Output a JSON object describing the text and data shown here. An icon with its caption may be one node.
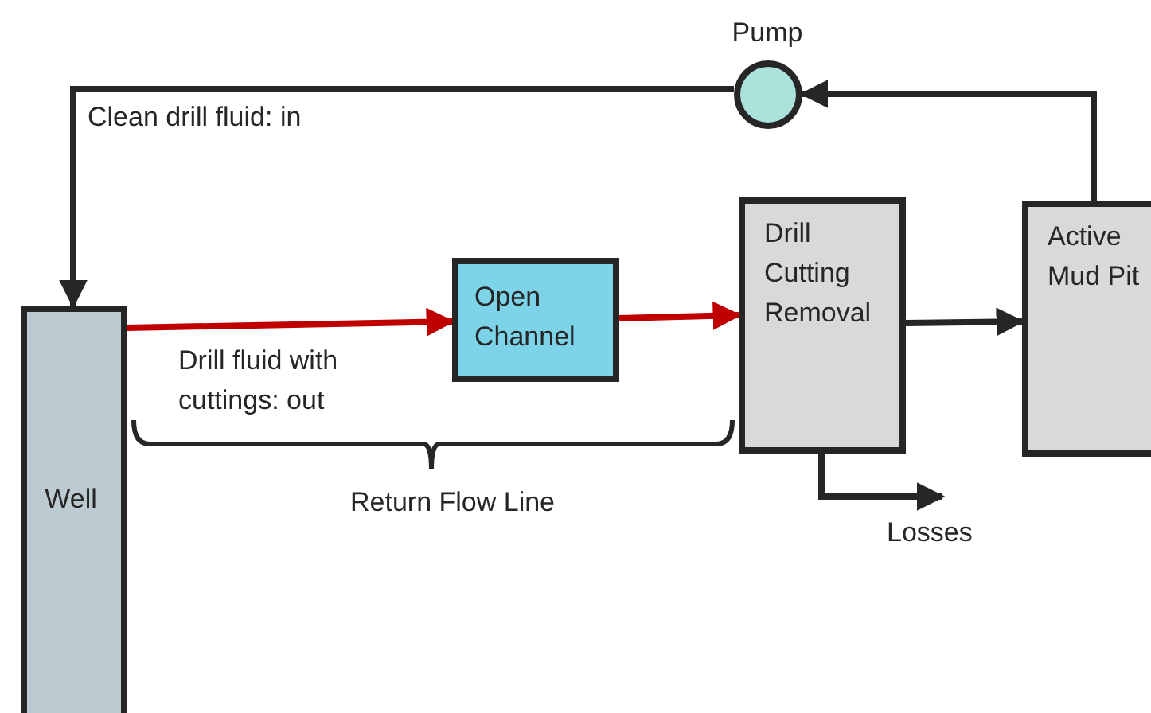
{
  "diagram": {
    "nodes": [
      {
        "text": [
          "Well"
        ]
      },
      {
        "text": [
          "Open Channel"
        ]
      },
      {
        "text": [
          "Drill Cutting Removal"
        ]
      },
      {
        "text": [
          "Active Mud Pit"
        ]
      },
      {
        "text": [],
        "shape": "circle",
        "beside": [
          "Pump"
        ]
      }
    ],
    "edges": [
      {
        "from": 0,
        "to": 1,
        "arrow": "to",
        "label": "Drill fluid with cuttings: out",
        "color": "#c00000"
      },
      {
        "from": 1,
        "to": 2,
        "arrow": "to",
        "color": "#c00000"
      },
      {
        "from": 2,
        "to": 3,
        "arrow": "to"
      },
      {
        "from": 3,
        "to": 4,
        "arrow": "to"
      },
      {
        "from": 4,
        "to": 0,
        "arrow": "to",
        "label": "Clean drill fluid: in"
      },
      {
        "from": 2,
        "to": null,
        "arrow": "to",
        "label": "Losses"
      }
    ],
    "labels": [
      "Return Flow Line"
    ]
  }
}
